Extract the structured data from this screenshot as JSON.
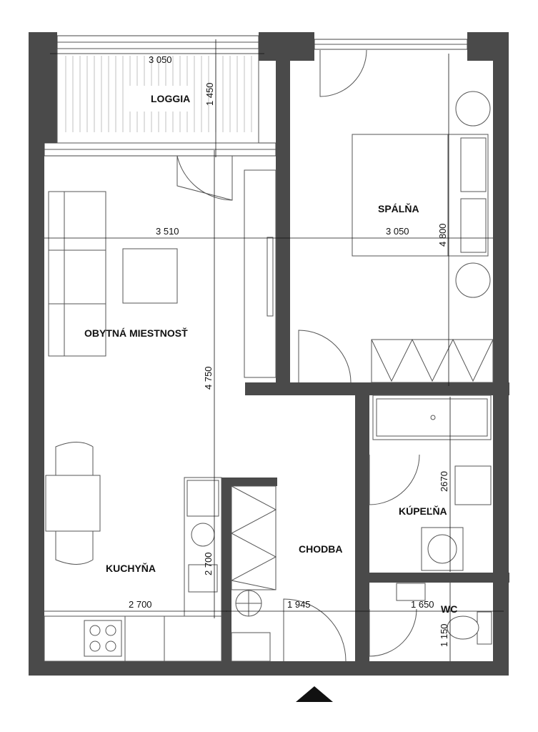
{
  "rooms": {
    "loggia": "LOGGIA",
    "bedroom": "SPÁLŇA",
    "living": "OBYTNÁ MIESTNOSŤ",
    "kitchen": "KUCHYŇA",
    "hallway": "CHODBA",
    "bathroom": "KÚPEĽŇA",
    "wc": "WC"
  },
  "dimensions": {
    "loggia_width": "3 050",
    "loggia_depth": "1 450",
    "living_width": "3 510",
    "bedroom_width": "3 050",
    "bedroom_depth": "4 800",
    "living_depth": "4 750",
    "kitchen_width": "2 700",
    "kitchen_depth": "2 700",
    "hall_width": "1 945",
    "bath_depth": "2670",
    "wc_width": "1 650",
    "wc_depth": "1 150"
  },
  "colors": {
    "wall": "#4a4a4a",
    "line": "#555555",
    "background": "#ffffff"
  },
  "icons": {
    "entrance_marker": "north-arrow-icon"
  }
}
